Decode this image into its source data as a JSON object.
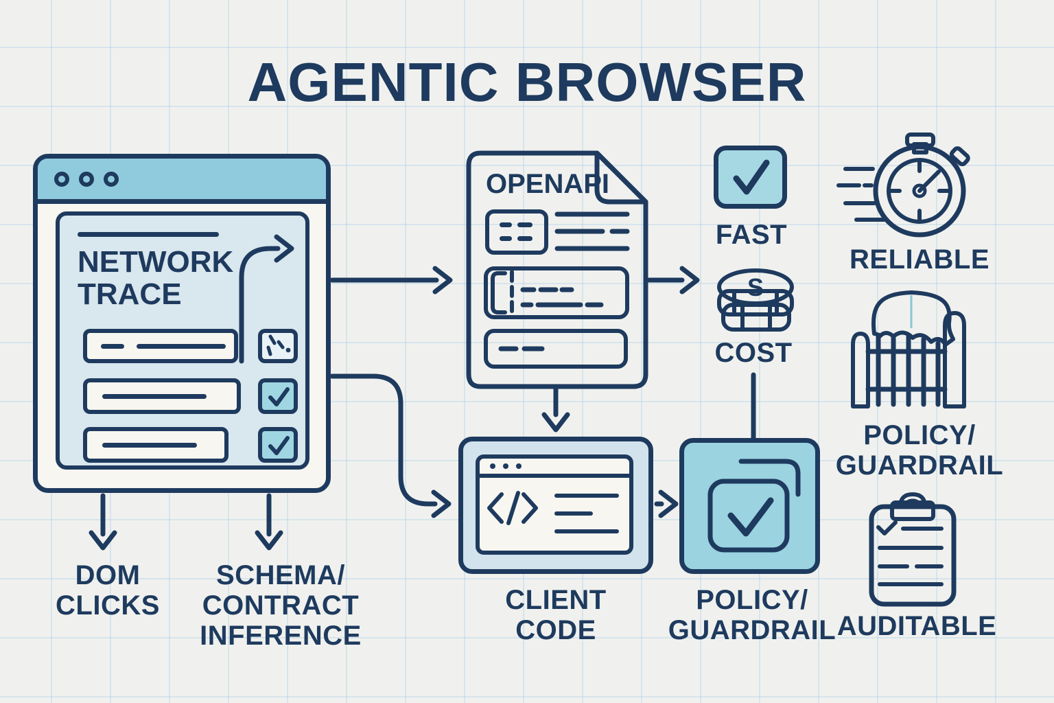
{
  "title": "AGENTIC BROWSER",
  "colors": {
    "navy": "#1e3a5e",
    "teal": "#9fd6e2",
    "panel_blue": "#d9e7ee",
    "paper": "#f7f6f0",
    "background": "#f0f1ee"
  },
  "pipeline": {
    "network_trace": {
      "heading": "NETWORK\nTRACE"
    },
    "dom_clicks_label": "DOM\nCLICKS",
    "schema_label": "SCHEMA/\nCONTRACT\nINFERENCE",
    "openapi": {
      "title": "OPENAPI"
    },
    "client_code_label": "CLIENT\nCODE",
    "policy_box_label": "POLICY/\nGUARDRAIL"
  },
  "metrics": {
    "fast": "FAST",
    "cost": "COST",
    "cost_symbol": "S"
  },
  "qualities": {
    "reliable": "RELIABLE",
    "policy_guardrail": "POLICY/\nGUARDRAIL",
    "auditable": "AUDITABLE"
  }
}
